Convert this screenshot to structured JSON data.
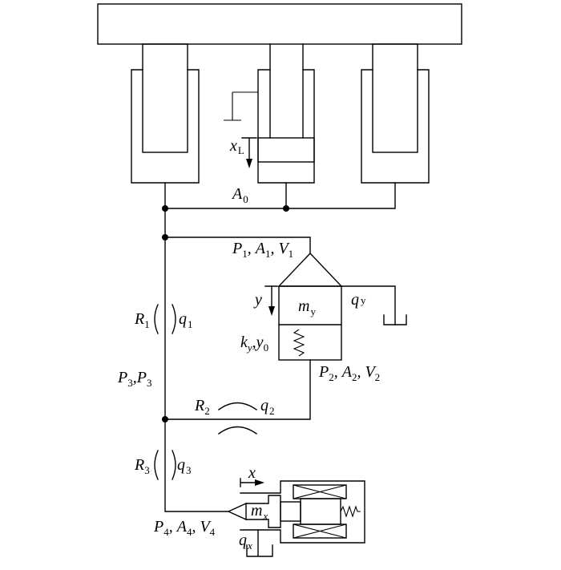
{
  "labels": {
    "xL": {
      "main": "x",
      "sub": "L"
    },
    "A0": {
      "main": "A",
      "sub": "0"
    },
    "P1": {
      "main": "P",
      "sub": "1"
    },
    "A1": {
      "main": "A",
      "sub": "1"
    },
    "V1": {
      "main": "V",
      "sub": "1"
    },
    "y": {
      "main": "y"
    },
    "my": {
      "main": "m",
      "sub": "y"
    },
    "qy": {
      "main": "q",
      "sub": "y"
    },
    "R1": {
      "main": "R",
      "sub": "1"
    },
    "q1": {
      "main": "q",
      "sub": "1"
    },
    "ky": {
      "main": "k",
      "sub": "y"
    },
    "y0": {
      "main": "y",
      "sub": "0"
    },
    "P3a": {
      "main": "P",
      "sub": "3"
    },
    "P3b": {
      "main": "P",
      "sub": "3"
    },
    "P2": {
      "main": "P",
      "sub": "2"
    },
    "A2": {
      "main": "A",
      "sub": "2"
    },
    "V2": {
      "main": "V",
      "sub": "2"
    },
    "R2": {
      "main": "R",
      "sub": "2"
    },
    "q2": {
      "main": "q",
      "sub": "2"
    },
    "R3": {
      "main": "R",
      "sub": "3"
    },
    "q3": {
      "main": "q",
      "sub": "3"
    },
    "x": {
      "main": "x"
    },
    "mx": {
      "main": "m",
      "sub": "x"
    },
    "P4": {
      "main": "P",
      "sub": "4"
    },
    "A4": {
      "main": "A",
      "sub": "4"
    },
    "V4": {
      "main": "V",
      "sub": "4"
    },
    "qx": {
      "main": "q",
      "sub": "x"
    }
  },
  "separators": {
    "comma": ","
  }
}
